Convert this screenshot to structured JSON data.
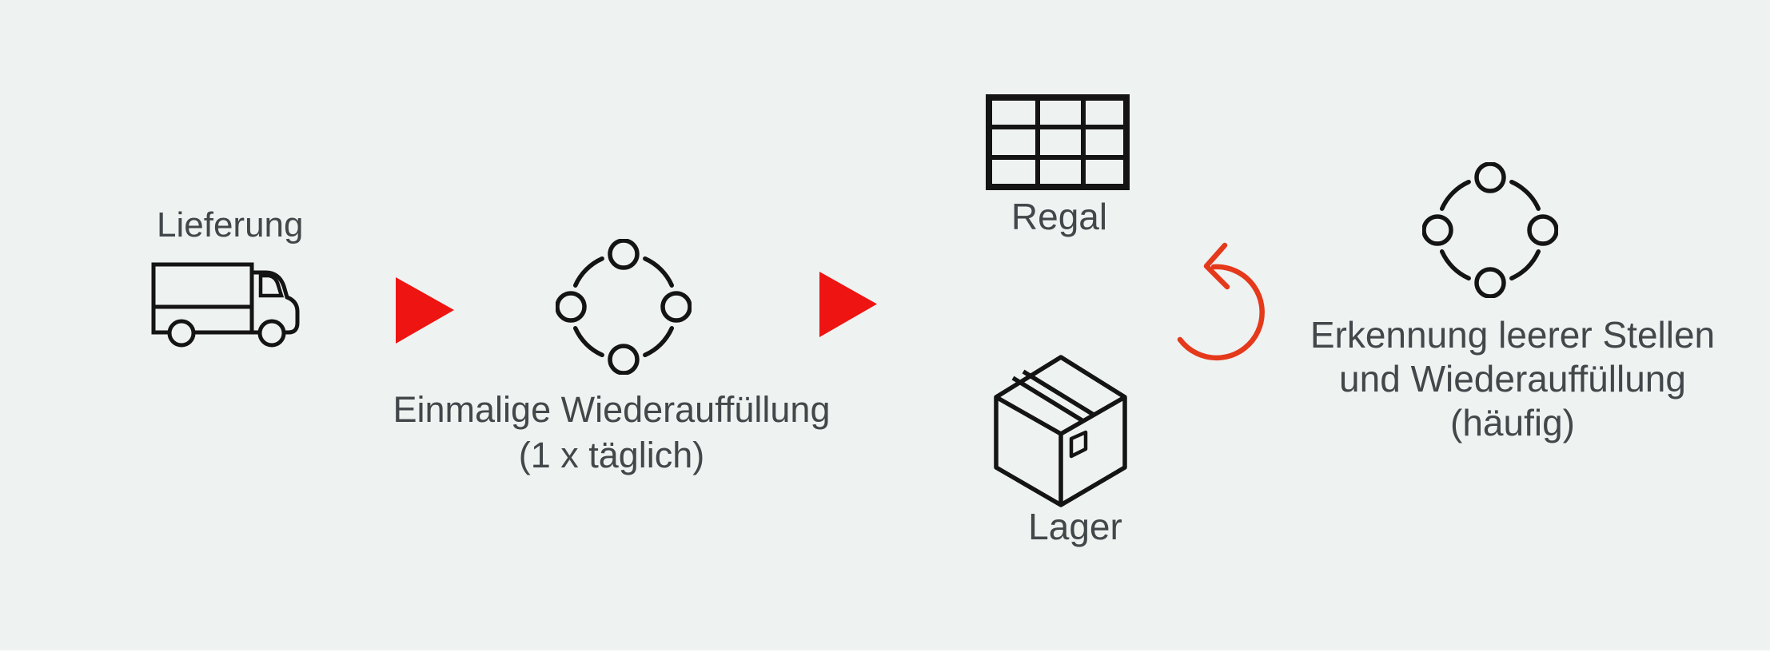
{
  "diagram": {
    "background_color": "#eef2f1",
    "accent_red": "#ee1411",
    "loop_arrow_red": "#e5391c",
    "icon_stroke_color": "#141414",
    "text_color": "#42474a",
    "delivery": {
      "label": "Lieferung",
      "icon": "truck-icon"
    },
    "initial_refill": {
      "line1": "Einmalige Wiederauffüllung",
      "line2": "(1 x täglich)",
      "icon": "cycle-icon"
    },
    "shelf": {
      "label": "Regal",
      "icon": "shelf-grid-icon"
    },
    "warehouse": {
      "label": "Lager",
      "icon": "box-icon"
    },
    "detection": {
      "line1": "Erkennung leerer Stellen",
      "line2": "und Wiederauffüllung",
      "line3": "(häufig)",
      "icon": "cycle-icon"
    }
  }
}
